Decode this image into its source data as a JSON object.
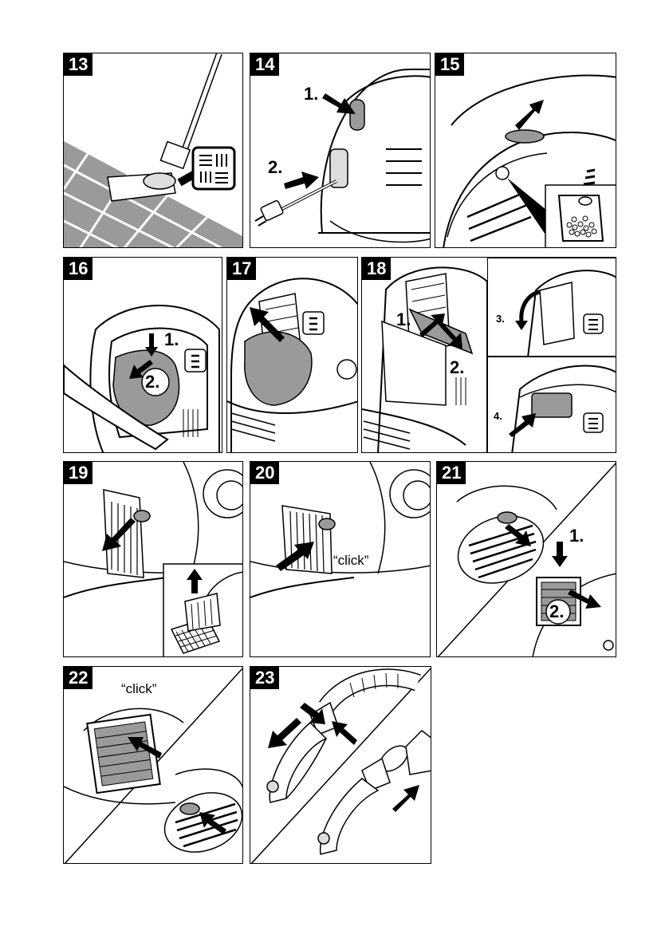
{
  "panels": {
    "p13": {
      "number": "13"
    },
    "p14": {
      "number": "14",
      "label1": "1.",
      "label2": "2."
    },
    "p15": {
      "number": "15"
    },
    "p16": {
      "number": "16",
      "label1": "1.",
      "label2": "2."
    },
    "p17": {
      "number": "17"
    },
    "p18": {
      "number": "18",
      "label1": "1.",
      "label2": "2.",
      "label3": "3.",
      "label4": "4."
    },
    "p19": {
      "number": "19"
    },
    "p20": {
      "number": "20",
      "click": "“click”"
    },
    "p21": {
      "number": "21",
      "label1": "1.",
      "label2": "2."
    },
    "p22": {
      "number": "22",
      "click": "“click”"
    },
    "p23": {
      "number": "23"
    }
  },
  "icons": [
    "arrow-icon",
    "carpet-symbol-icon",
    "dust-bag-icon",
    "filter-grid-icon",
    "plug-icon"
  ]
}
